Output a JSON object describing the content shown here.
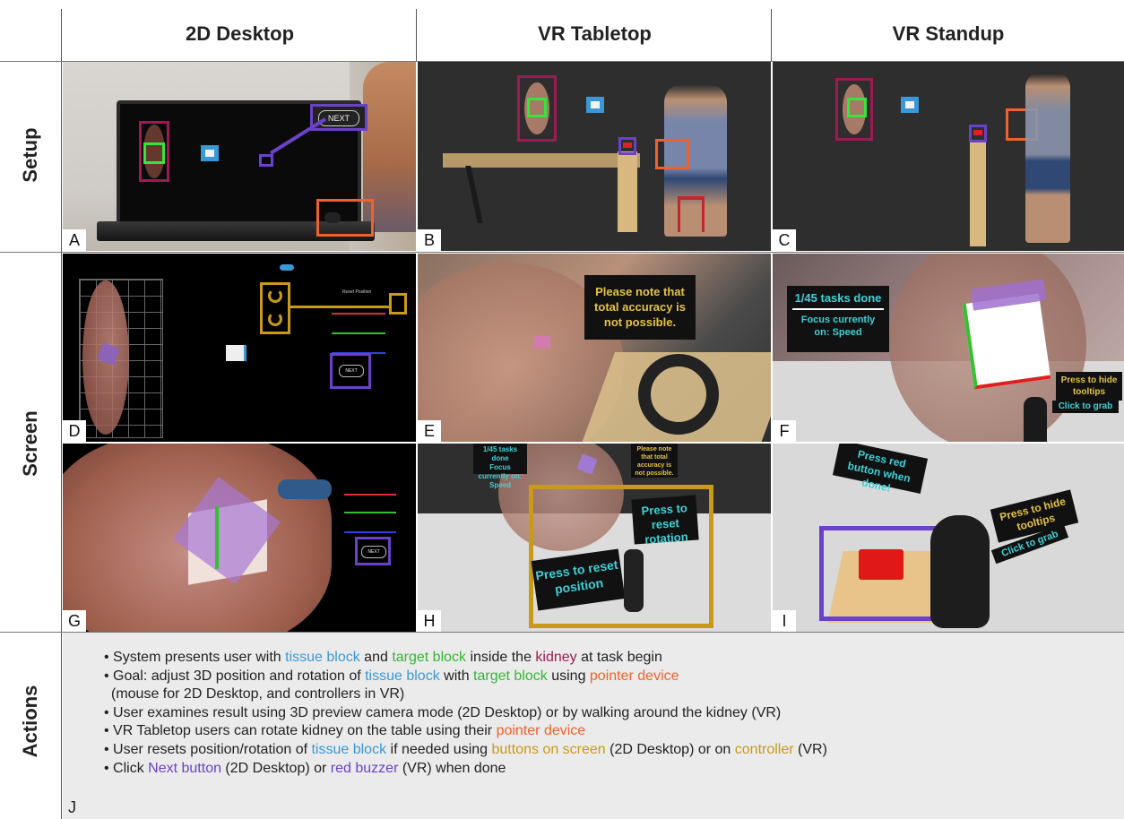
{
  "columns": {
    "desktop": "2D Desktop",
    "tabletop": "VR Tabletop",
    "standup": "VR Standup"
  },
  "rows": {
    "setup": "Setup",
    "screen": "Screen",
    "actions": "Actions"
  },
  "panels": {
    "A": "A",
    "B": "B",
    "C": "C",
    "D": "D",
    "E": "E",
    "F": "F",
    "G": "G",
    "H": "H",
    "I": "I",
    "J": "J"
  },
  "screen_text": {
    "a_next": "NEXT",
    "d_next": "NEXT",
    "g_next": "NEXT",
    "d_reset": "Reset Position",
    "e_note": "Please note that total accuracy is not possible.",
    "f_tasks": "1/45 tasks done",
    "f_focus": "Focus currently on: Speed",
    "f_hide": "Press to hide tooltips",
    "f_grab": "Click to grab",
    "h_tasks": "1/45 tasks done",
    "h_focus": "Focus currently on: Speed",
    "h_note": "Please note that total accuracy is not possible.",
    "h_reset_rotation": "Press to reset rotation",
    "h_reset_position": "Press to reset position",
    "i_red": "Press red button when done!",
    "i_hide": "Press to hide tooltips",
    "i_grab": "Click to grab"
  },
  "actions": {
    "line1": {
      "a": "• System presents user with ",
      "b": "tissue block",
      "c": " and ",
      "d": "target block",
      "e": " inside the ",
      "f": "kidney",
      "g": " at task begin"
    },
    "line2": {
      "a": "• Goal: adjust 3D position and rotation of ",
      "b": "tissue block",
      "c": " with ",
      "d": "target block",
      "e": " using ",
      "f": "pointer device"
    },
    "line3": "(mouse for 2D Desktop, and controllers in VR)",
    "line4": "• User examines result using 3D preview camera mode (2D Desktop) or by walking around the kidney (VR)",
    "line5": {
      "a": "• VR Tabletop users can rotate kidney on the table using their ",
      "b": "pointer device"
    },
    "line6": {
      "a": "• User resets position/rotation of ",
      "b": "tissue block",
      "c": " if needed using ",
      "d": "buttons on screen",
      "e": " (2D Desktop) or on ",
      "f": "controller",
      "g": " (VR)"
    },
    "line7": {
      "a": "• Click ",
      "b": "Next button",
      "c": " (2D Desktop) or ",
      "d": "red buzzer",
      "e": " (VR) when done"
    }
  },
  "colors": {
    "kidney": "#9e1a52",
    "target": "#34e63a",
    "tissue": "#3b98d6",
    "pointer": "#f0622b",
    "reset": "#c99a17",
    "next": "#6a42c8"
  }
}
